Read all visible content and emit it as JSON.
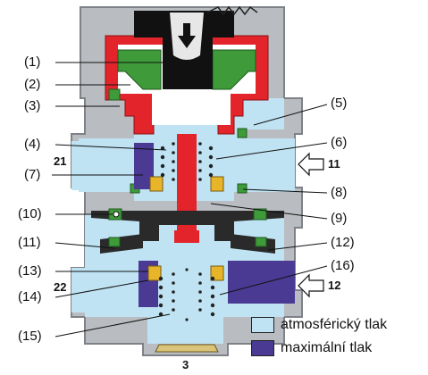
{
  "callouts": {
    "c1": "(1)",
    "c2": "(2)",
    "c3": "(3)",
    "c4": "(4)",
    "c5": "(5)",
    "c6": "(6)",
    "c7": "(7)",
    "c8": "(8)",
    "c9": "(9)",
    "c10": "(10)",
    "c11": "(11)",
    "c12": "(12)",
    "c13": "(13)",
    "c14": "(14)",
    "c15": "(15)",
    "c16": "(16)"
  },
  "ports": {
    "p21": "21",
    "p22": "22",
    "p11": "11",
    "p12": "12",
    "p3": "3"
  },
  "legend": [
    {
      "label": "atmosférický tlak",
      "color": "#bfe3f3"
    },
    {
      "label": "maximální tlak",
      "color": "#4a3a93"
    }
  ],
  "colors": {
    "housing": "#b9bcc0",
    "atmospheric": "#bfe3f3",
    "pressure": "#4a3a93",
    "piston": "#e3242b",
    "rubber": "#3f9a3a",
    "plunger": "#111111",
    "brass": "#e8b52a"
  }
}
